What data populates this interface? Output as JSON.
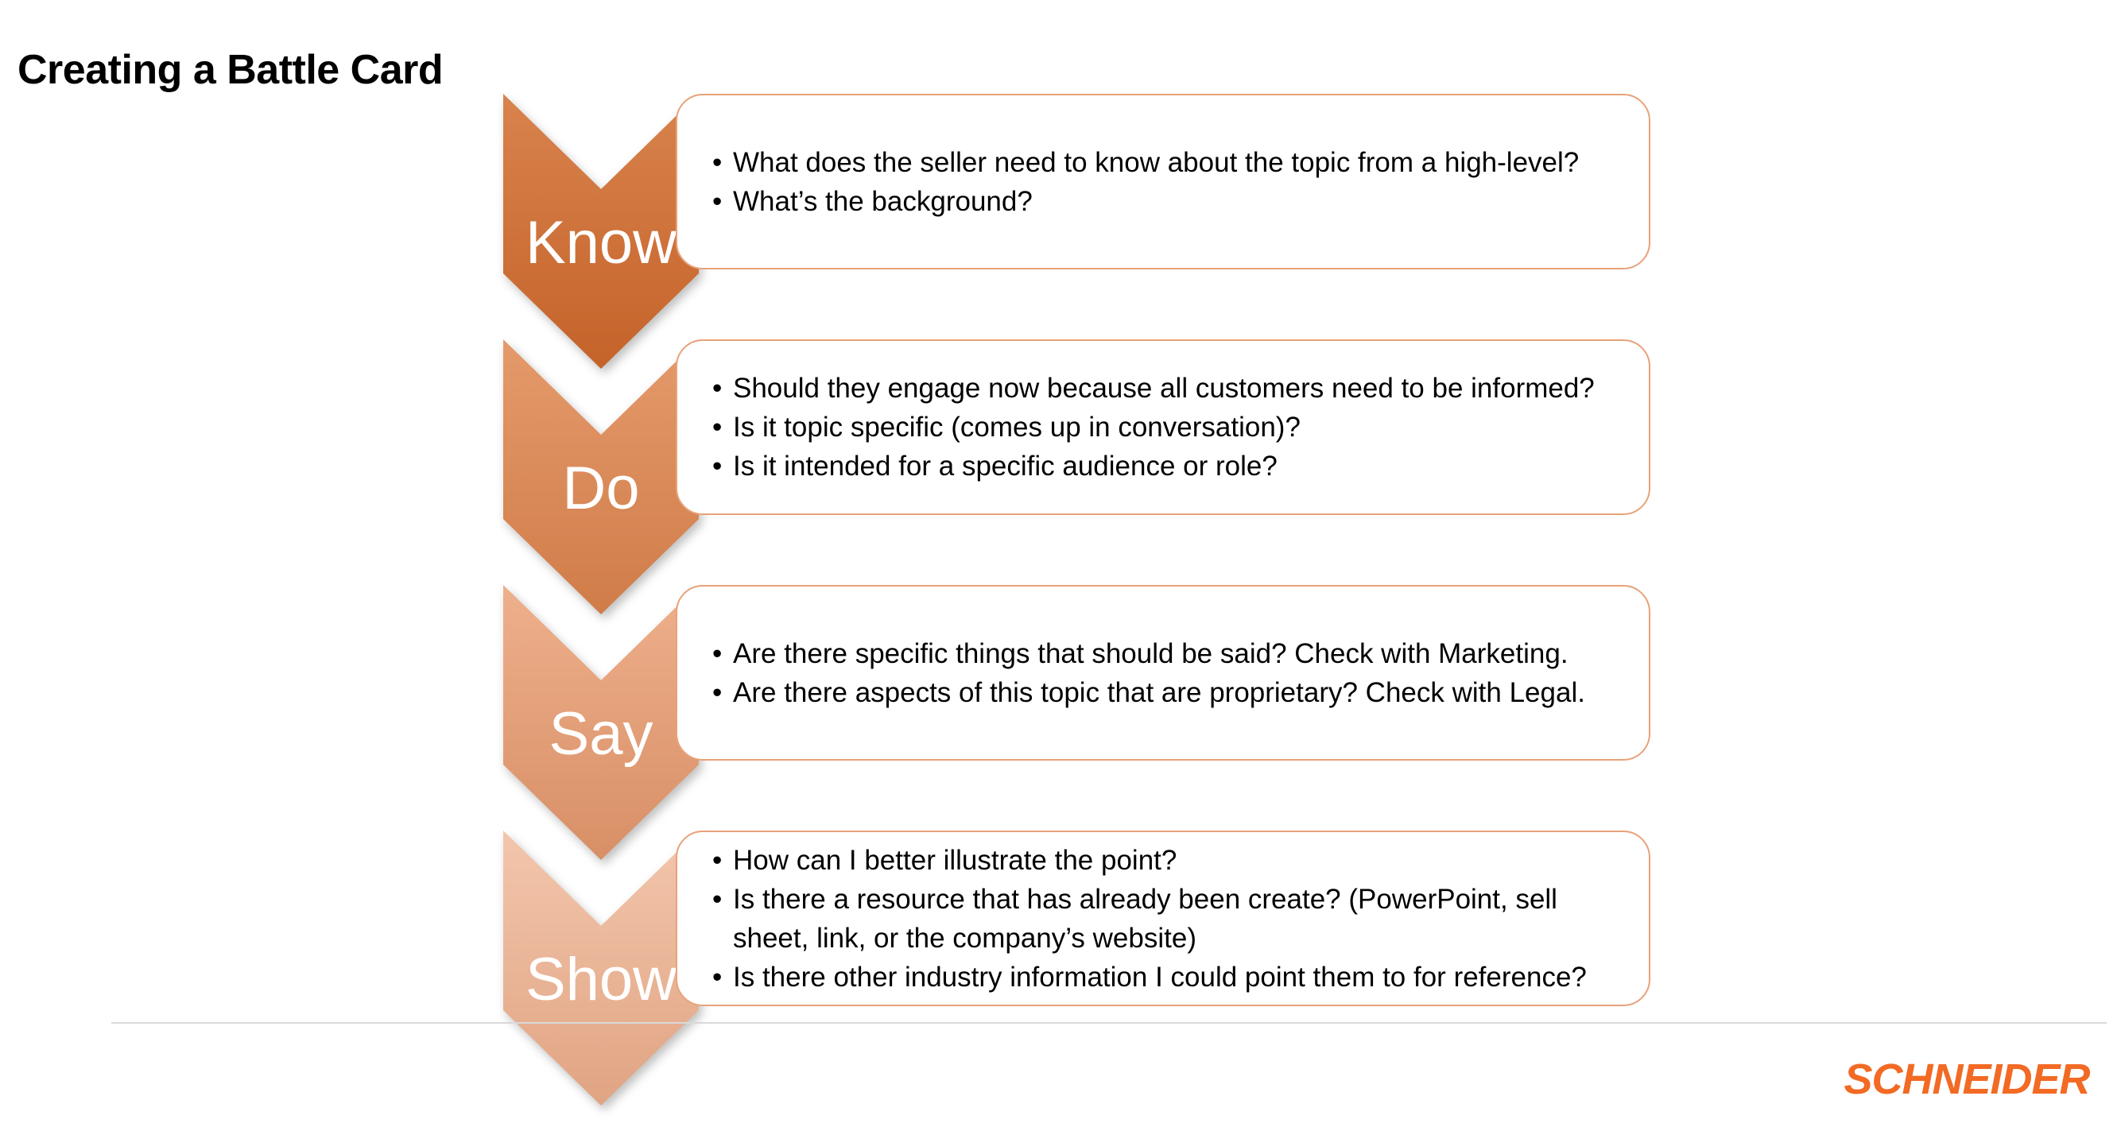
{
  "title": "Creating a Battle Card",
  "steps": [
    {
      "label": "Know",
      "color_top": "#d9834d",
      "color_bottom": "#c4632a",
      "bullets": [
        "What does the seller need to know about the topic from a high-level?",
        "What’s the background?"
      ]
    },
    {
      "label": "Do",
      "color_top": "#e59a6b",
      "color_bottom": "#d07c49",
      "bullets": [
        "Should they engage now because all customers need to be informed?",
        "Is it topic specific (comes up in conversation)?",
        "Is it intended for a specific audience or role?"
      ]
    },
    {
      "label": "Say",
      "color_top": "#eeb08c",
      "color_bottom": "#d88f66",
      "bullets": [
        "Are there specific things that should be said? Check with Marketing.",
        "Are there aspects of this topic that are proprietary? Check with Legal."
      ]
    },
    {
      "label": "Show",
      "color_top": "#f3c6ad",
      "color_bottom": "#e0a482",
      "bullets": [
        "How can I better illustrate the point?",
        "Is there a resource that has already been create? (PowerPoint, sell sheet, link, or the company’s website)",
        "Is there other industry information I could point them to for reference?"
      ]
    }
  ],
  "logo": {
    "text": "SCHNEIDER",
    "color": "#f26a24"
  },
  "card_border_color": "#e8a27a"
}
